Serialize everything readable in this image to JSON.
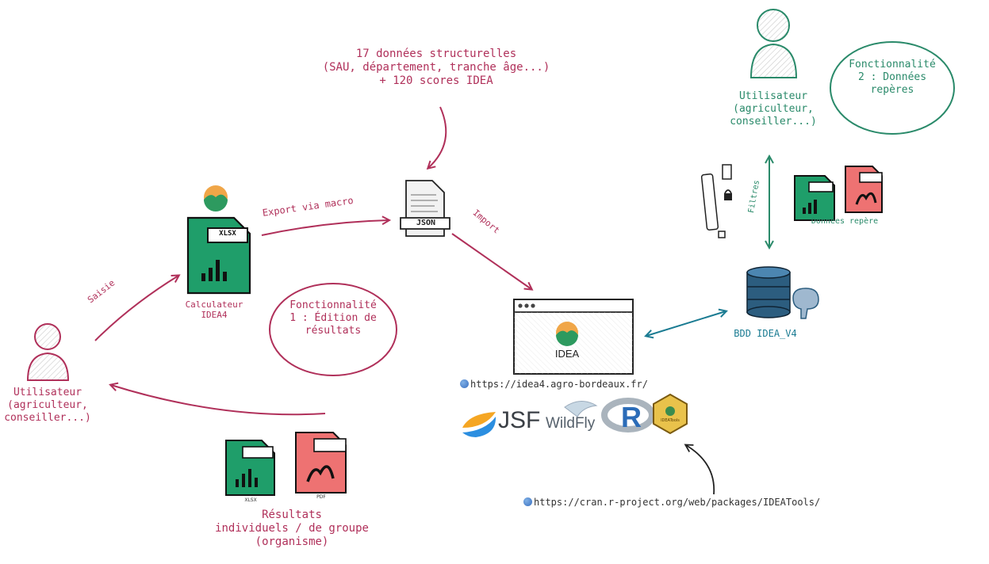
{
  "top_note": {
    "line1": "17 données structurelles",
    "line2": "(SAU, département, tranche âge...)",
    "line3": "+ 120 scores IDEA"
  },
  "user_left": {
    "line1": "Utilisateur",
    "line2": "(agriculteur,",
    "line3": "conseiller...)"
  },
  "user_right": {
    "line1": "Utilisateur",
    "line2": "(agriculteur,",
    "line3": "conseiller...)"
  },
  "calculator": {
    "line1": "Calculateur",
    "line2": "IDEA4",
    "file_badge": "XLSX"
  },
  "feature1": {
    "line1": "Fonctionnalité",
    "line2": "1 : Édition de",
    "line3": "résultats"
  },
  "feature2": {
    "line1": "Fonctionnalité",
    "line2": "2 : Données",
    "line3": "repères"
  },
  "arrows": {
    "saisie": "Saisie",
    "export": "Export via macro",
    "import": "Import",
    "filtres": "Filtres"
  },
  "json_file": {
    "label": "JSON"
  },
  "webapp": {
    "name": "IDEA",
    "url": "https://idea4.agro-bordeaux.fr/"
  },
  "database": {
    "label": "BDD IDEA_V4"
  },
  "reference_data": {
    "label": "Données repère"
  },
  "results": {
    "line1": "Résultats",
    "line2": "individuels / de groupe",
    "line3": "(organisme)",
    "xlsx_caption": "XLSX",
    "pdf_caption": "PDF"
  },
  "tech_logos": {
    "jsf": "JSF",
    "wildfly": "WildFly",
    "r": "R",
    "ideatools": "IDEATools"
  },
  "cran_url": "https://cran.r-project.org/web/packages/IDEATools/",
  "colors": {
    "pink": "#b0305a",
    "green": "#2a8a6a",
    "teal": "#1a7b92",
    "xlsx_green": "#1f9e6a",
    "pdf_red": "#ee7272",
    "db_blue": "#2c5d7f"
  }
}
